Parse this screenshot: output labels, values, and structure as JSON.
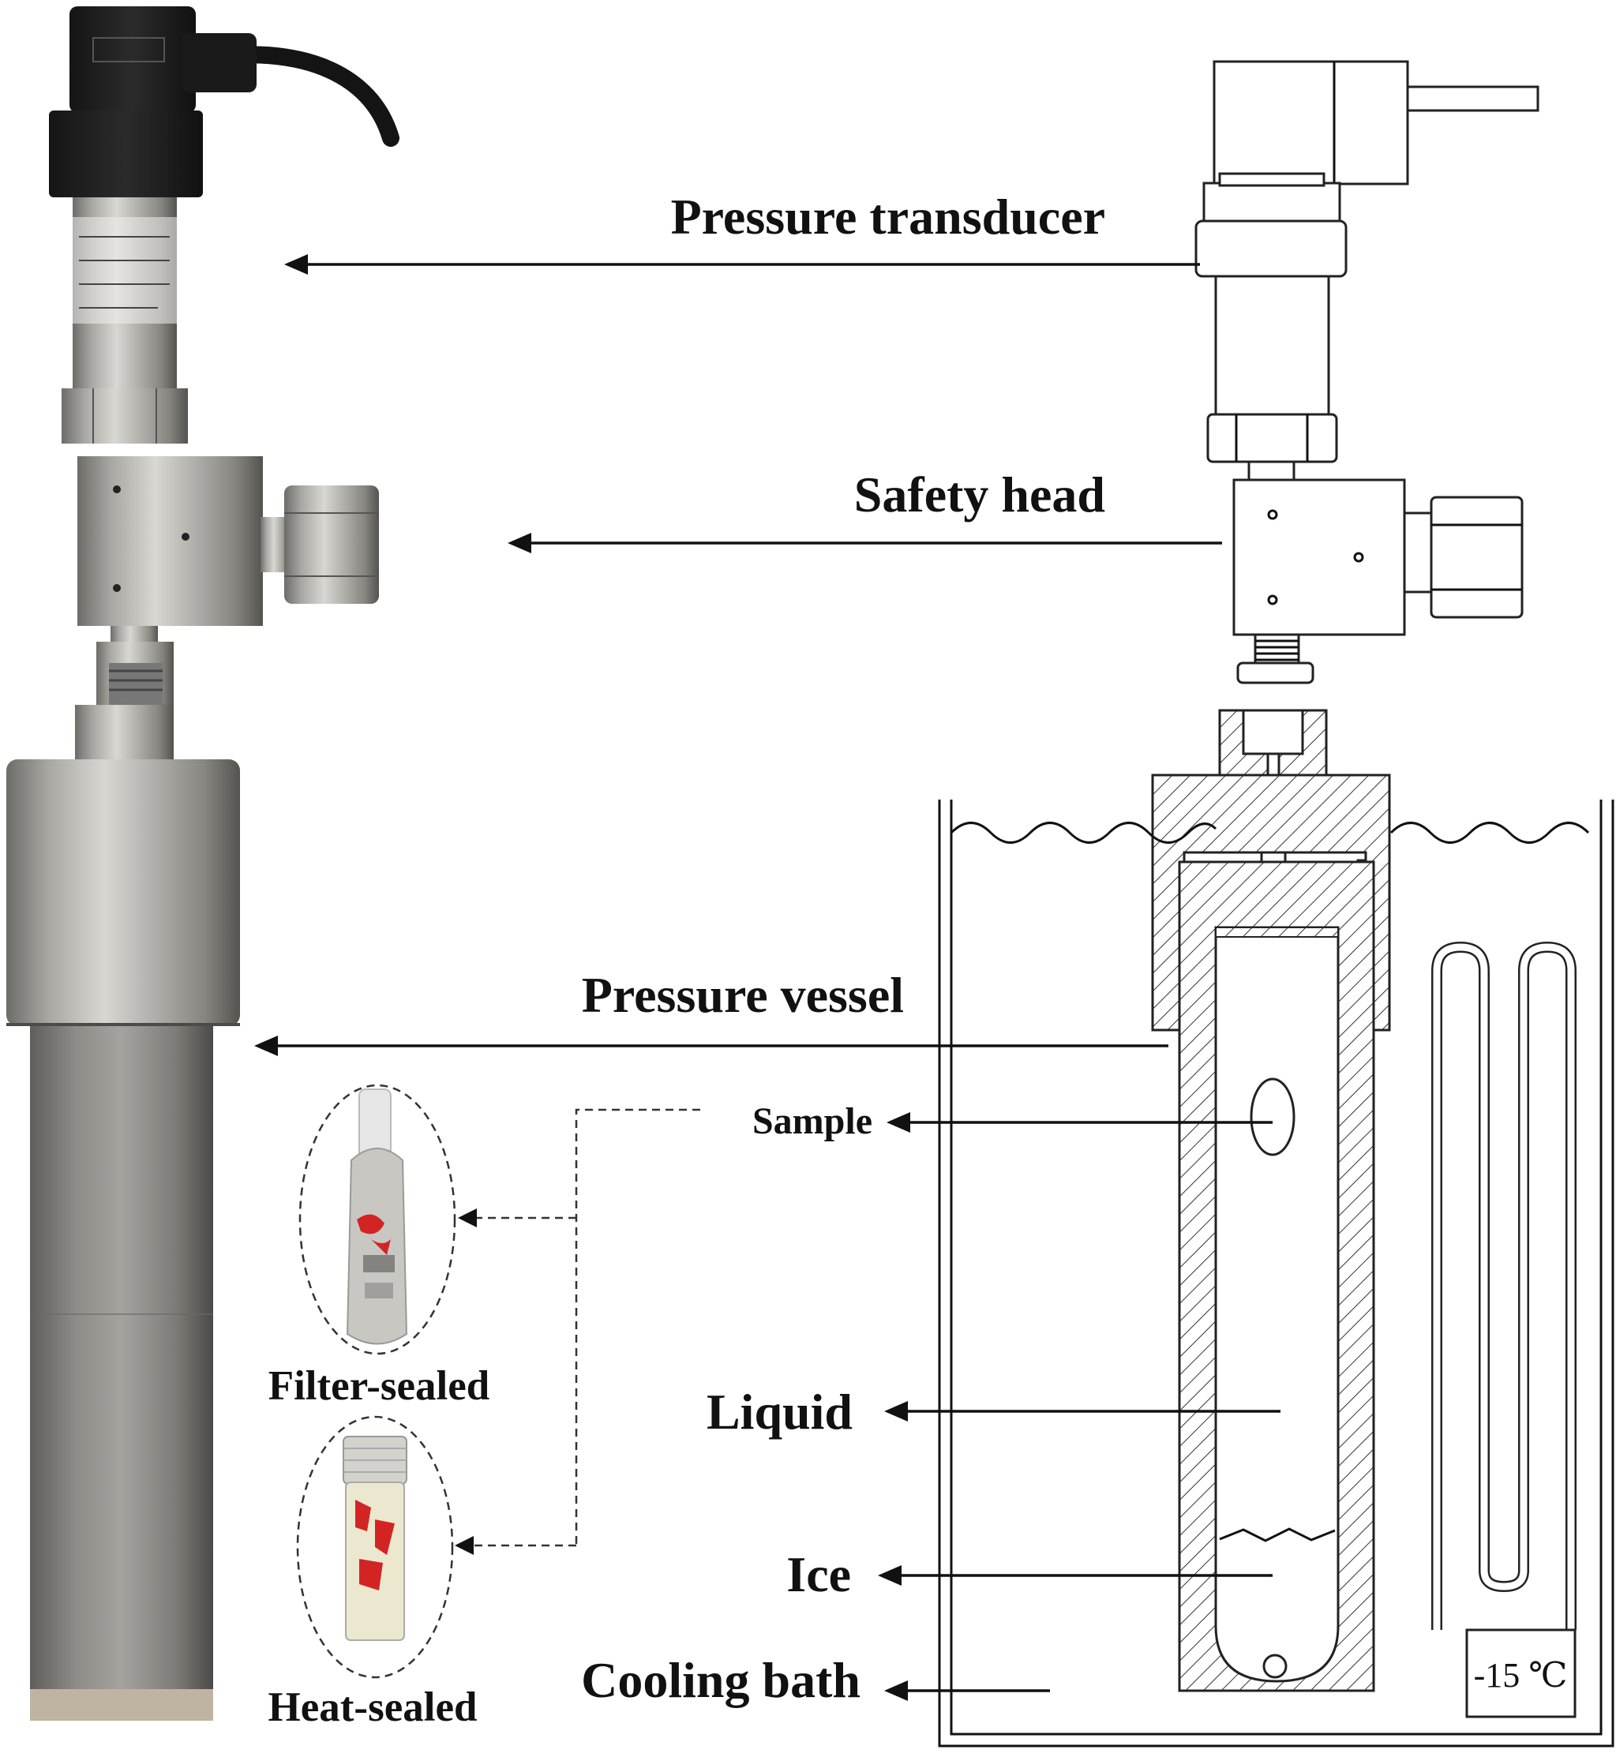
{
  "labels": {
    "pressure_transducer": "Pressure transducer",
    "safety_head": "Safety head",
    "pressure_vessel": "Pressure vessel",
    "sample": "Sample",
    "liquid": "Liquid",
    "ice": "Ice",
    "cooling_bath": "Cooling bath",
    "filter_sealed": "Filter-sealed",
    "heat_sealed": "Heat-sealed",
    "temperature": "-15 ℃"
  },
  "colors": {
    "steel": "#b8b6b1",
    "steel_dark": "#5f5d5a",
    "cap_black": "#1d1d1d",
    "seal_red": "#d32424",
    "ink": "#111111"
  }
}
